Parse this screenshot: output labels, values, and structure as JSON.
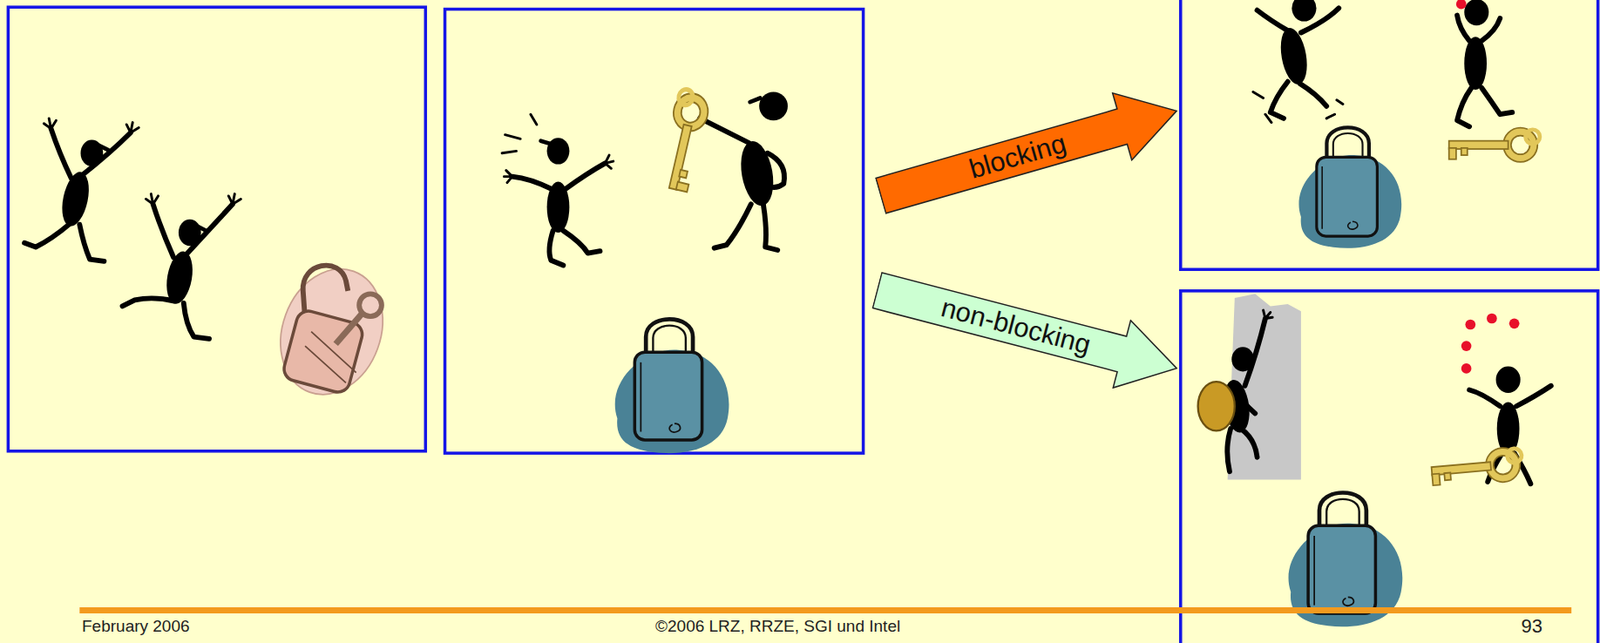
{
  "diagram": {
    "nodes": [
      {
        "text": [
          "blocking"
        ]
      },
      {
        "text": [
          "non-blocking"
        ]
      }
    ],
    "labels": [
      "February 2006",
      "©2006 LRZ, RRZE, SGI und Intel",
      "93"
    ]
  }
}
